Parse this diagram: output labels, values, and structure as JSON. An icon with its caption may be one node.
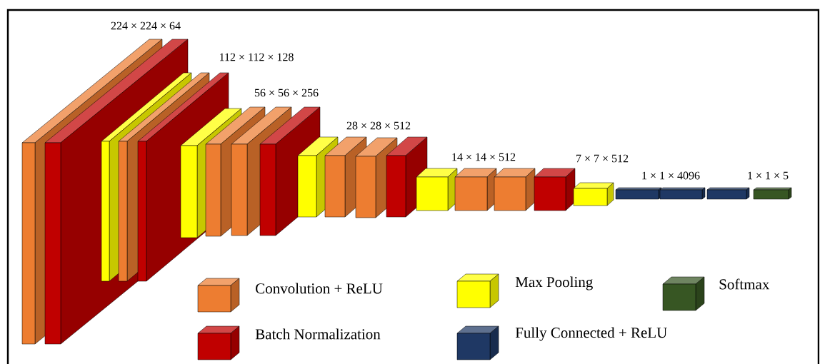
{
  "diagram": {
    "labels": [
      "224 × 224 × 64",
      "112 × 112 × 128",
      "56 × 56 × 256",
      "28 × 28 × 512",
      "14 × 14 × 512",
      "7 × 7 × 512",
      "1 × 1 × 4096",
      "1 × 1 × 5"
    ],
    "legend": [
      {
        "text": "Convolution + ReLU",
        "color": "#ed7d31"
      },
      {
        "text": "Max Pooling",
        "color": "#ffff00"
      },
      {
        "text": "Softmax",
        "color": "#375623"
      },
      {
        "text": "Batch Normalization",
        "color": "#c00000"
      },
      {
        "text": "Fully Connected + ReLU",
        "color": "#1f3864"
      }
    ]
  }
}
